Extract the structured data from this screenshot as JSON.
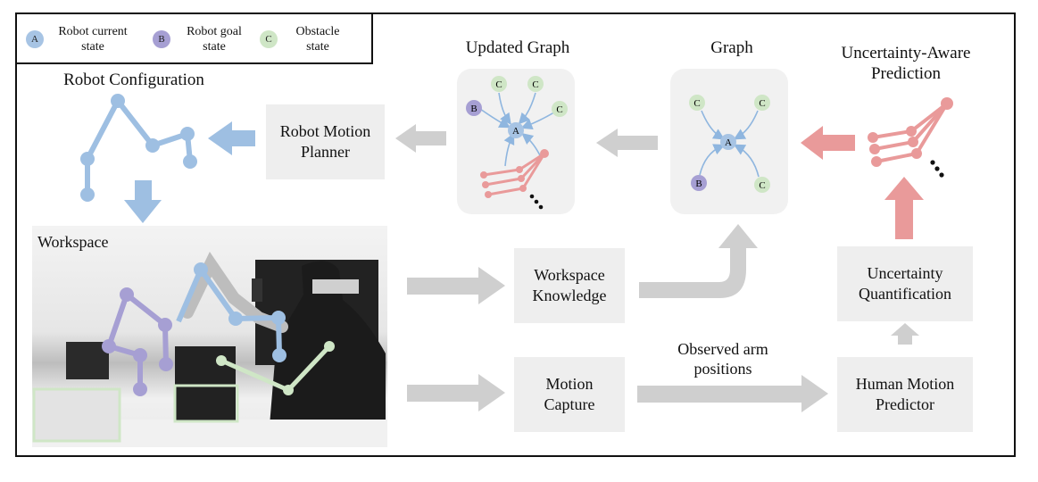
{
  "legend": {
    "items": [
      {
        "letter": "A",
        "label": "Robot current\nstate",
        "color": "#a7c4e4"
      },
      {
        "letter": "B",
        "label": "Robot goal\nstate",
        "color": "#a69fd3"
      },
      {
        "letter": "C",
        "label": "Obstacle\nstate",
        "color": "#cfe6c6"
      }
    ]
  },
  "titles": {
    "robot_configuration": "Robot Configuration",
    "updated_graph": "Updated Graph",
    "graph": "Graph",
    "uncertainty_aware_prediction": "Uncertainty-Aware\nPrediction",
    "workspace": "Workspace",
    "observed_arm_positions": "Observed arm\npositions"
  },
  "boxes": {
    "robot_motion_planner": "Robot Motion\nPlanner",
    "workspace_knowledge": "Workspace\nKnowledge",
    "motion_capture": "Motion\nCapture",
    "uncertainty_quantification": "Uncertainty\nQuantification",
    "human_motion_predictor": "Human Motion\nPredictor"
  },
  "node_letters": {
    "a": "A",
    "b": "B",
    "c": "C"
  },
  "colors": {
    "robot_blue": "#9ebfe2",
    "goal_purple": "#a69fd3",
    "obstacle_green": "#cfe6c6",
    "human_red": "#e99a9a",
    "arrow_gray": "#cfcfcf",
    "box_gray": "#eeeeee"
  }
}
